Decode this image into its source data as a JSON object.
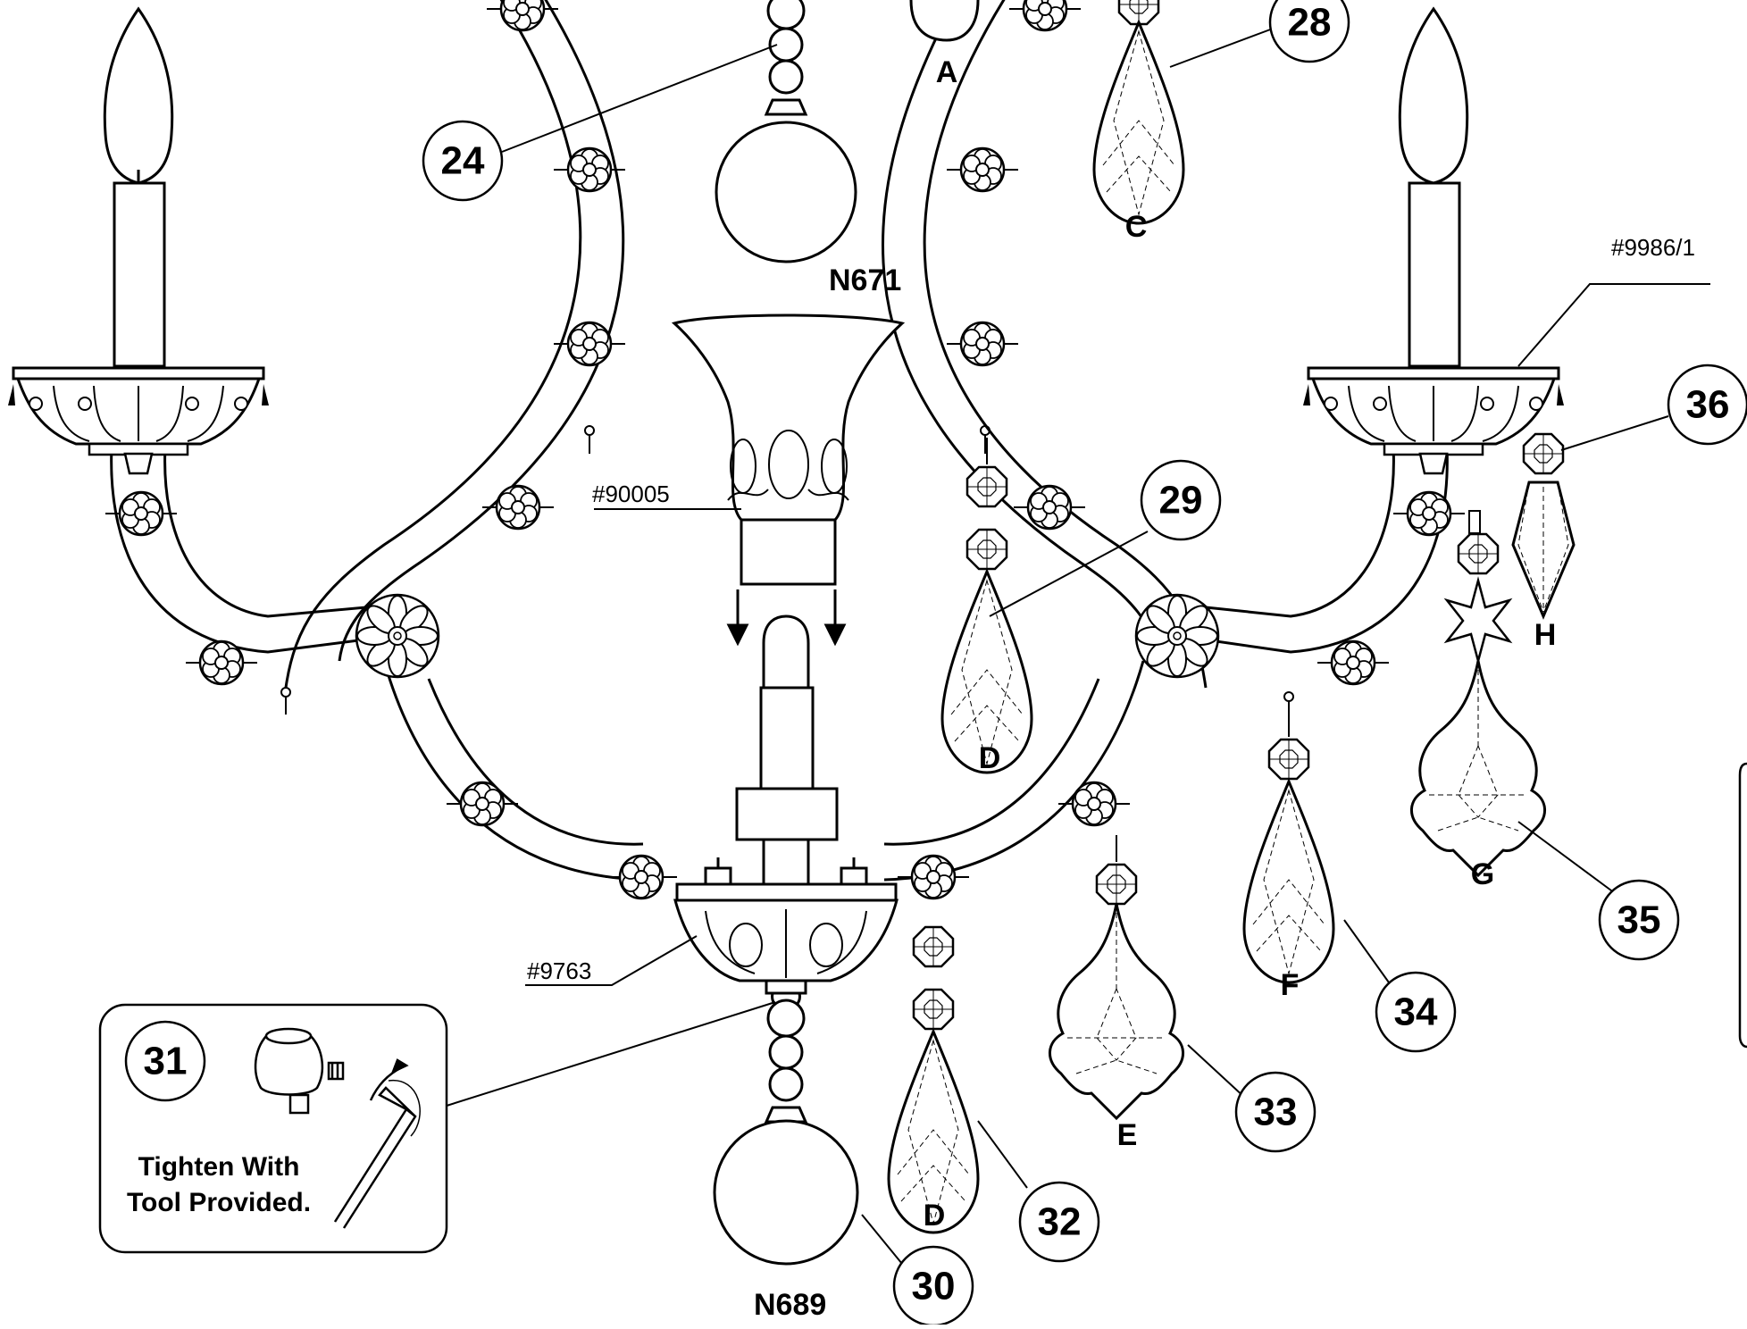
{
  "callouts": {
    "c24": "24",
    "c28": "28",
    "c29": "29",
    "c30": "30",
    "c31": "31",
    "c32": "32",
    "c33": "33",
    "c34": "34",
    "c35": "35",
    "c36": "36"
  },
  "letters": {
    "A": "A",
    "C": "C",
    "D1": "D",
    "D2": "D",
    "E": "E",
    "F": "F",
    "G": "G",
    "H": "H"
  },
  "parts": {
    "n671": "N671",
    "n689": "N689",
    "p90005": "#90005",
    "p9763": "#9763",
    "p9986": "#9986/1"
  },
  "note": {
    "line1": "Tighten With",
    "line2": "Tool Provided."
  }
}
